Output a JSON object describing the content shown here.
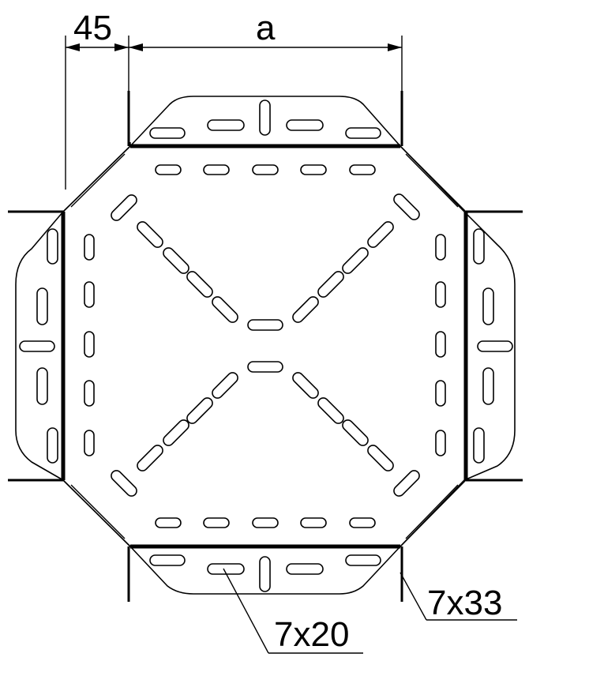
{
  "dimensions": {
    "flange_width": "45",
    "side_length": "a"
  },
  "callouts": {
    "small_slot": "7x20",
    "large_slot": "7x33"
  }
}
